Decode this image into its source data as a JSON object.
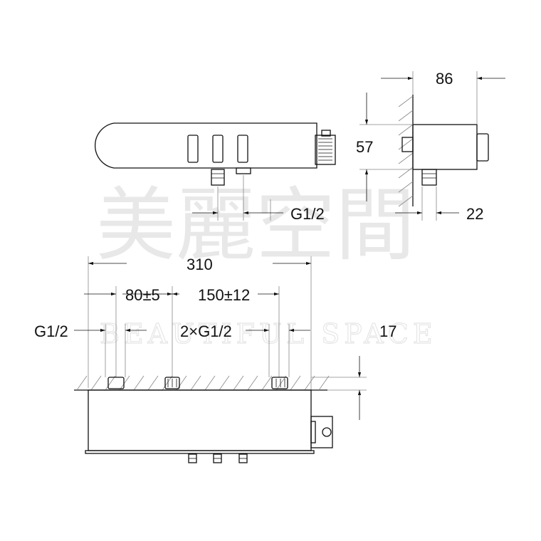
{
  "watermark": {
    "chinese": "美麗空間",
    "english": "BEAUTIFUL SPACE"
  },
  "dimensions": {
    "side_depth": "86",
    "side_height": "57",
    "side_offset": "22",
    "top_connection": "G1/2",
    "total_width": "310",
    "left_spacing": "80±5",
    "right_spacing": "150±12",
    "left_connection": "G1/2",
    "middle_connections": "2×G1/2",
    "wall_depth": "17"
  }
}
